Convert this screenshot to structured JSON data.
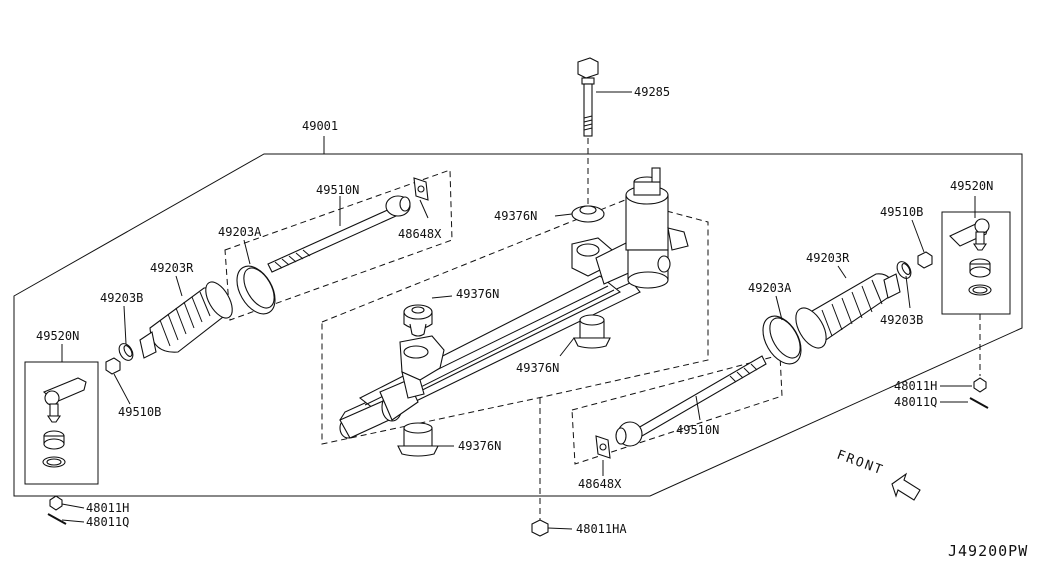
{
  "diagram": {
    "code": "J49200PW",
    "front_label": "FRONT",
    "labels": {
      "p49285": "49285",
      "p49001": "49001",
      "p49510N_left": "49510N",
      "p48648X_top": "48648X",
      "p49376N_top": "49376N",
      "p49203A_left": "49203A",
      "p49203R_left": "49203R",
      "p49376N_mid": "49376N",
      "p49203B_left": "49203B",
      "p49520N_left": "49520N",
      "p49376N_right": "49376N",
      "p49510B_left": "49510B",
      "p49376N_bottom": "49376N",
      "p48011H_left": "48011H",
      "p48011Q_left": "48011Q",
      "p48011HA": "48011HA",
      "p49520N_right": "49520N",
      "p49510B_right": "49510B",
      "p49203R_right": "49203R",
      "p49203A_right": "49203A",
      "p49203B_right": "49203B",
      "p48011H_right": "48011H",
      "p48011Q_right": "48011Q",
      "p49510N_right": "49510N",
      "p48648X_bottom": "48648X"
    }
  }
}
